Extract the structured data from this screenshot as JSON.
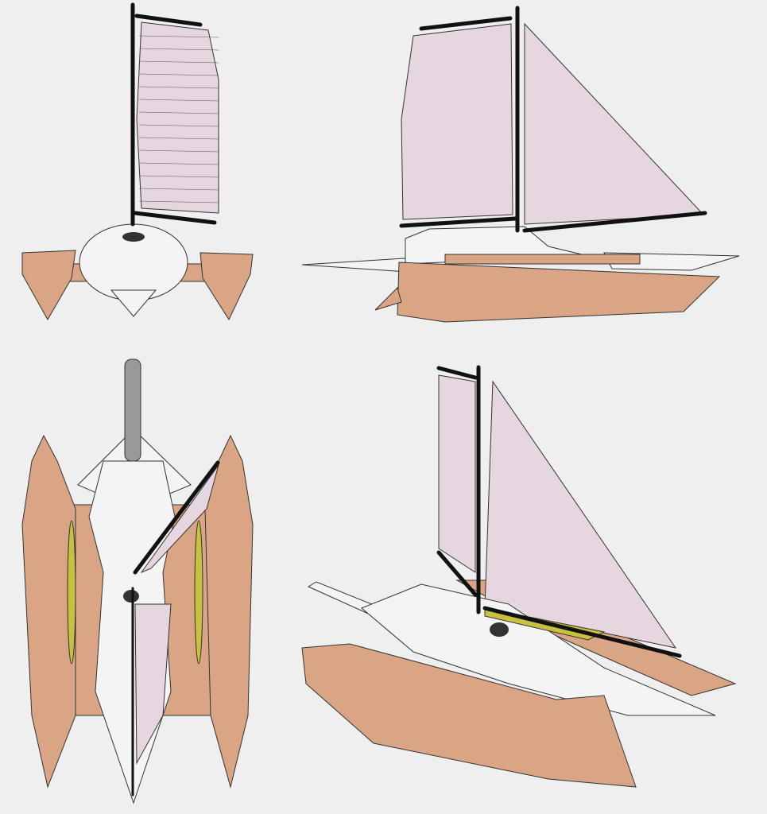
{
  "views": [
    "front",
    "side",
    "top",
    "perspective"
  ],
  "colors": {
    "background": "#efefef",
    "sail": "#e6d6e0",
    "hull": "#d9a584",
    "body": "#f4f4f4",
    "spar": "#111111",
    "panel": "#c8c040"
  }
}
